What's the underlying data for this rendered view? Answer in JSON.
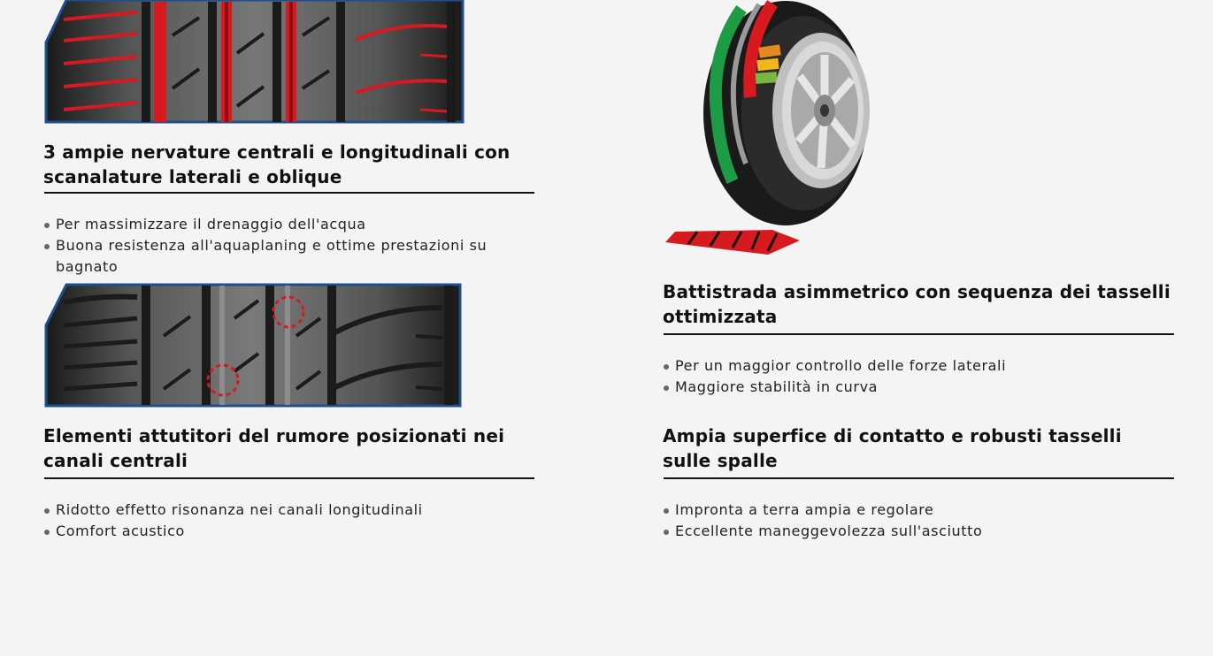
{
  "colors": {
    "background": "#f4f4f4",
    "frame_blue": "#1f4e8c",
    "highlight_red": "#d71920",
    "tread_dark": "#2a2a2a",
    "tread_light": "#8a8a8a",
    "indicator_green": "#1e9c45",
    "indicator_orange": "#e58a1f",
    "indicator_yellow": "#f2b51b",
    "indicator_lime": "#7cb642"
  },
  "features": [
    {
      "image_icon": "tread-ribs-highlight-image",
      "title": "3 ampie nervature centrali e longitudinali con scanalature laterali e oblique",
      "bullets": [
        "Per massimizzare il drenaggio dell'acqua",
        "Buona resistenza all'aquaplaning e ottime prestazioni su bagnato"
      ]
    },
    {
      "image_icon": "noise-dampers-image",
      "title": "Elementi attutitori del rumore posizionati nei canali centrali",
      "bullets": [
        "Ridotto effetto risonanza nei canali longitudinali",
        "Comfort acustico"
      ]
    },
    {
      "image_icon": "asymmetric-tyre-image",
      "title": "Battistrada asimmetrico con sequenza dei tasselli ottimizzata",
      "bullets": [
        "Per un maggior controllo delle forze laterali",
        "Maggiore stabilità in curva"
      ]
    },
    {
      "image_icon": "",
      "title": "Ampia superfice di contatto e robusti tasselli sulle spalle",
      "bullets": [
        "Impronta a terra ampia e regolare",
        "Eccellente maneggevolezza sull'asciutto"
      ]
    }
  ]
}
